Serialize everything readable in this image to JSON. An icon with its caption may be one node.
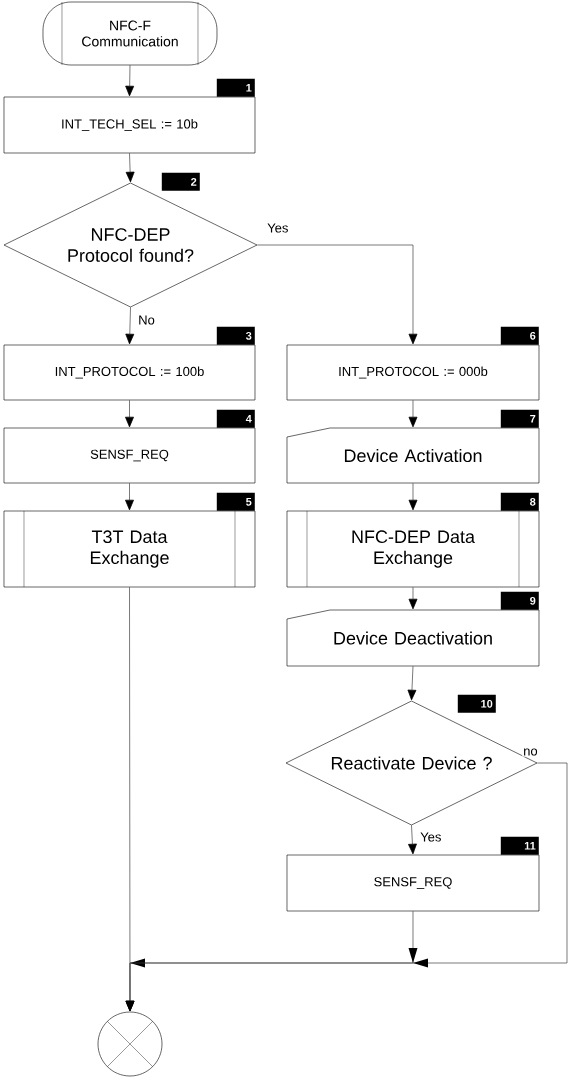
{
  "diagram": {
    "nodes": [
      {
        "text": [
          "NFC-F Communication"
        ]
      },
      {
        "text": [
          "INT_TECH_SEL := 10b"
        ],
        "beside": [
          "1"
        ]
      },
      {
        "text": [
          "NFC-DEP Protocol found?"
        ],
        "beside": [
          "2"
        ]
      },
      {
        "text": [
          "INT_PROTOCOL := 100b"
        ],
        "beside": [
          "3"
        ]
      },
      {
        "text": [
          "SENSF_REQ"
        ],
        "beside": [
          "4"
        ]
      },
      {
        "text": [
          "T3T Data Exchange"
        ],
        "beside": [
          "5"
        ]
      },
      {
        "text": [
          "INT_PROTOCOL := 000b"
        ],
        "beside": [
          "6"
        ]
      },
      {
        "text": [
          "Device Activation"
        ],
        "beside": [
          "7"
        ]
      },
      {
        "text": [
          "NFC-DEP Data Exchange"
        ],
        "beside": [
          "8"
        ]
      },
      {
        "text": [
          "Device Deactivation"
        ],
        "beside": [
          "9"
        ]
      },
      {
        "text": [
          "Reactivate Device ?"
        ],
        "beside": [
          "10"
        ]
      },
      {
        "text": [
          "SENSF_REQ"
        ],
        "beside": [
          "11"
        ]
      },
      {
        "text": [],
        "shape": "circle"
      }
    ],
    "edges": [
      {
        "from": 0,
        "to": 1,
        "arrow": "to"
      },
      {
        "from": 1,
        "to": 2,
        "arrow": "to"
      },
      {
        "from": 2,
        "to": 3,
        "arrow": "to",
        "label": "No"
      },
      {
        "from": 2,
        "to": 6,
        "arrow": "to",
        "label": "Yes"
      },
      {
        "from": 3,
        "to": 4,
        "arrow": "to"
      },
      {
        "from": 4,
        "to": 5,
        "arrow": "to"
      },
      {
        "from": 6,
        "to": 7,
        "arrow": "to"
      },
      {
        "from": 7,
        "to": 8,
        "arrow": "to"
      },
      {
        "from": 8,
        "to": 9,
        "arrow": "to"
      },
      {
        "from": 9,
        "to": 10,
        "arrow": "to"
      },
      {
        "from": 10,
        "to": 11,
        "arrow": "to",
        "label": "Yes"
      },
      {
        "from": 10,
        "to": 12,
        "arrow": "to",
        "label": "no"
      },
      {
        "from": 11,
        "to": 12,
        "arrow": "to"
      },
      {
        "from": 5,
        "to": 12,
        "arrow": "to"
      }
    ]
  }
}
